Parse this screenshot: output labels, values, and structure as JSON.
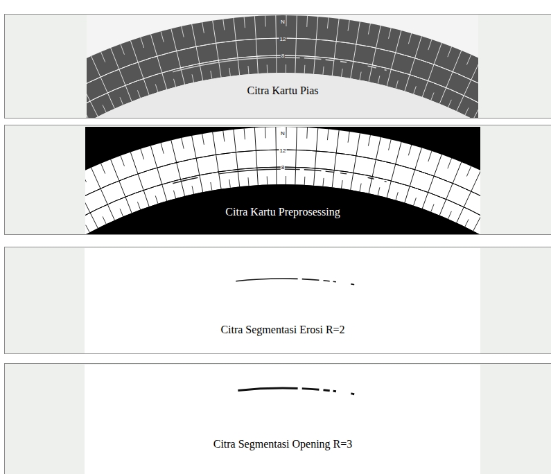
{
  "diagram": {
    "nodes": [
      {
        "text": [
          "Citra Kartu Pias"
        ]
      },
      {
        "text": [
          "Citra Kartu Preprosessing"
        ]
      },
      {
        "text": [
          "Citra Segmentasi Erosi R=2"
        ]
      },
      {
        "text": [
          "Citra Segmentasi Opening R=3"
        ]
      }
    ],
    "edges": [],
    "labels": [
      "N",
      "12",
      "8",
      "N",
      "12",
      "8"
    ]
  }
}
